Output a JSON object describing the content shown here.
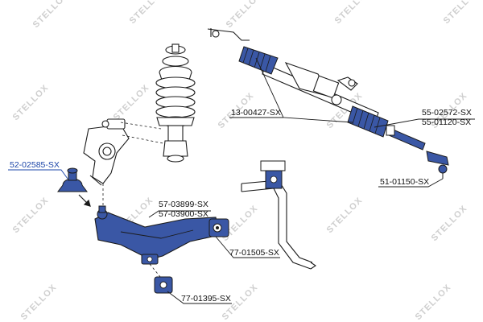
{
  "watermark": {
    "text": "STELLOX"
  },
  "part_labels": [
    {
      "id": "ball_joint",
      "text": "52-02585-SX",
      "highlighted": true
    },
    {
      "id": "steering_rack",
      "text": "13-00427-SX",
      "highlighted": false
    },
    {
      "id": "rack_boot_1",
      "text": "55-02572-SX",
      "highlighted": false
    },
    {
      "id": "rack_boot_2",
      "text": "55-01120-SX",
      "highlighted": false
    },
    {
      "id": "tie_rod_end",
      "text": "51-01150-SX",
      "highlighted": false
    },
    {
      "id": "control_arm_1",
      "text": "57-03899-SX",
      "highlighted": false
    },
    {
      "id": "control_arm_2",
      "text": "57-03900-SX",
      "highlighted": false
    },
    {
      "id": "rear_bushing",
      "text": "77-01505-SX",
      "highlighted": false
    },
    {
      "id": "front_bushing",
      "text": "77-01395-SX",
      "highlighted": false
    }
  ],
  "colors": {
    "line": "#1b1b1b",
    "part_blue": "#3a57a5",
    "label_highlight": "#1a44a8",
    "watermark": "#cfcfcf"
  }
}
